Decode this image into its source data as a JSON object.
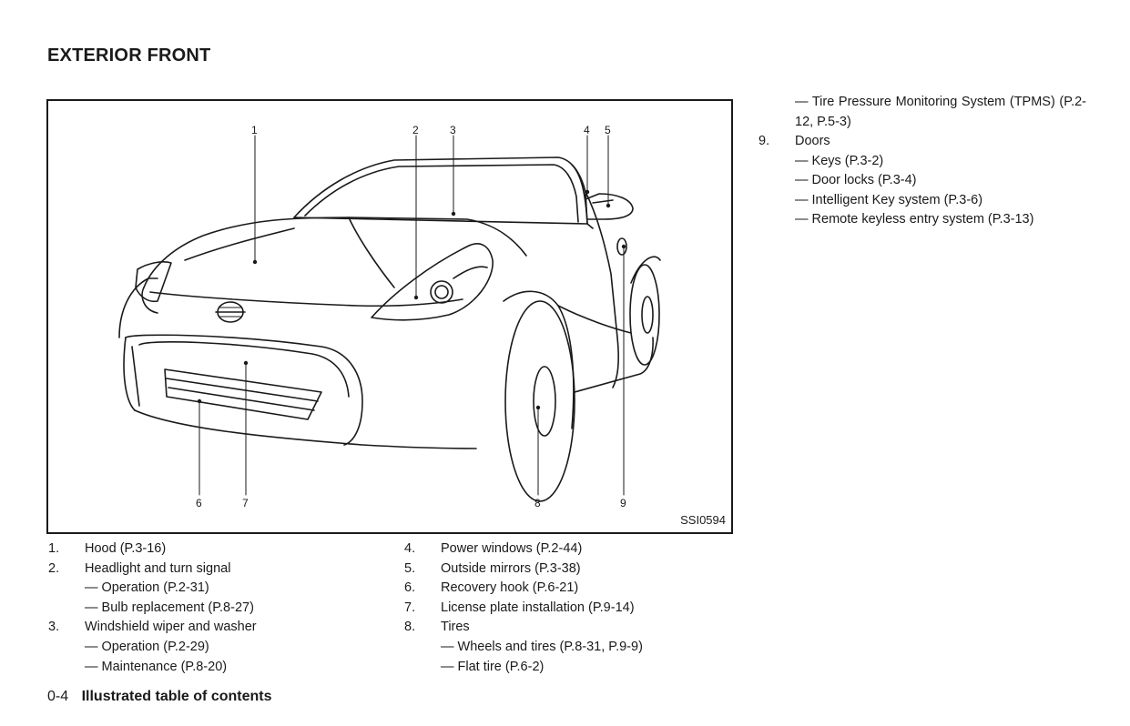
{
  "page_title": "EXTERIOR FRONT",
  "figure": {
    "code": "SSI0594",
    "callouts": [
      "1",
      "2",
      "3",
      "4",
      "5",
      "6",
      "7",
      "8",
      "9"
    ]
  },
  "left_list": [
    {
      "num": "1.",
      "text": "Hood (P.3-16)"
    },
    {
      "num": "2.",
      "text": "Headlight and turn signal"
    },
    {
      "sub": "— Operation (P.2-31)"
    },
    {
      "sub": "— Bulb replacement (P.8-27)"
    },
    {
      "num": "3.",
      "text": "Windshield wiper and washer"
    },
    {
      "sub": "— Operation (P.2-29)"
    },
    {
      "sub": "— Maintenance (P.8-20)"
    }
  ],
  "mid_list": [
    {
      "num": "4.",
      "text": "Power windows (P.2-44)"
    },
    {
      "num": "5.",
      "text": "Outside mirrors (P.3-38)"
    },
    {
      "num": "6.",
      "text": "Recovery hook (P.6-21)"
    },
    {
      "num": "7.",
      "text": "License plate installation (P.9-14)"
    },
    {
      "num": "8.",
      "text": "Tires"
    },
    {
      "sub": "— Wheels and tires (P.8-31, P.9-9)"
    },
    {
      "sub": "— Flat tire (P.6-2)"
    }
  ],
  "right_list": {
    "tpms": "— Tire Pressure Monitoring System (TPMS) (P.2-12, P.5-3)",
    "items": [
      {
        "num": "9.",
        "text": "Doors"
      },
      {
        "sub": "— Keys (P.3-2)"
      },
      {
        "sub": "— Door locks (P.3-4)"
      },
      {
        "sub": "— Intelligent Key system (P.3-6)"
      },
      {
        "sub": "— Remote keyless entry system (P.3-13)"
      }
    ]
  },
  "footer": {
    "page_number": "0-4",
    "section": "Illustrated table of contents"
  }
}
